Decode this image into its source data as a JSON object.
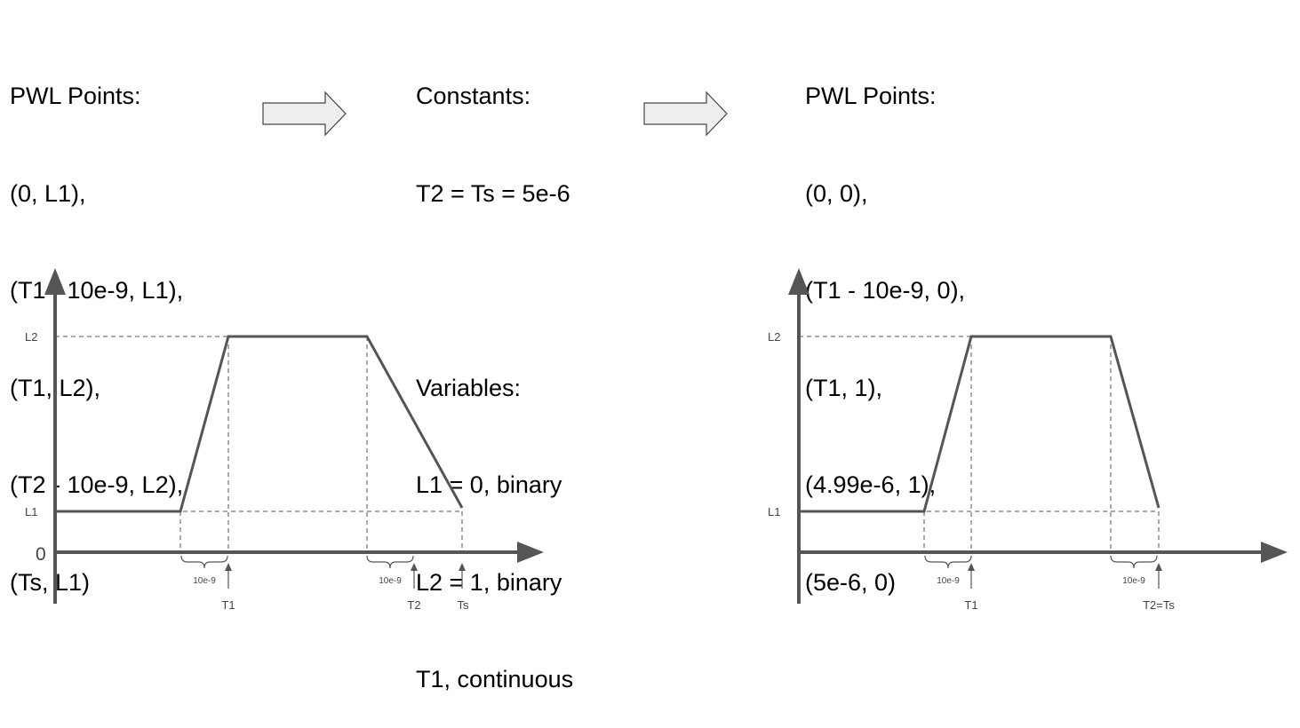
{
  "left_panel": {
    "heading": "PWL Points:",
    "lines": [
      "(0, L1),",
      "(T1 - 10e-9, L1),",
      "(T1, L2),",
      "(T2 - 10e-9, L2),",
      "(Ts, L1)"
    ]
  },
  "middle_panel": {
    "constants_heading": "Constants:",
    "constants": [
      "T2 = Ts = 5e-6"
    ],
    "variables_heading": "Variables:",
    "variables": [
      "L1 = 0, binary",
      "L2 = 1, binary",
      "T1, continuous"
    ]
  },
  "right_panel": {
    "heading": "PWL Points:",
    "lines": [
      "(0, 0),",
      "(T1 - 10e-9, 0),",
      "(T1, 1),",
      "(4.99e-6, 1),",
      "(5e-6, 0)"
    ]
  },
  "left_plot": {
    "y_labels": {
      "level_high": "L2",
      "level_low": "L1",
      "zero": "0"
    },
    "brace_labels": [
      "10e-9",
      "10e-9"
    ],
    "time_labels": [
      "T1",
      "T2",
      "Ts"
    ]
  },
  "right_plot": {
    "y_labels": {
      "level_high": "L2",
      "level_low": "L1"
    },
    "brace_labels": [
      "10e-9",
      "10e-9"
    ],
    "time_labels": [
      "T1",
      "T2=Ts"
    ]
  },
  "colors": {
    "line": "#555555",
    "dash": "#555555",
    "arrow_fill": "#eeeeee",
    "arrow_stroke": "#444444"
  }
}
